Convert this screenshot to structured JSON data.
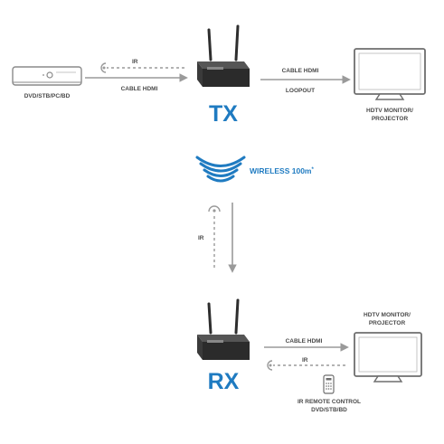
{
  "tx": {
    "title": "TX",
    "source_label": "DVD/STB/PC/BD",
    "ir_label": "IR",
    "cable_in_label": "CABLE HDMI",
    "cable_out_label": "CABLE HDMI",
    "loopout_label": "LOOPOUT",
    "display_label_line1": "HDTV MONITOR/",
    "display_label_line2": "PROJECTOR"
  },
  "wireless": {
    "label": "WIRELESS 100m",
    "superscript": "*",
    "ir_label": "IR"
  },
  "rx": {
    "title": "RX",
    "cable_label": "CABLE HDMI",
    "ir_label": "IR",
    "display_label_line1": "HDTV MONITOR/",
    "display_label_line2": "PROJECTOR",
    "remote_label_line1": "IR REMOTE CONTROL",
    "remote_label_line2": "DVD/STB/BD"
  },
  "colors": {
    "accent": "#1f7bc1",
    "text": "#4a4a4a",
    "arrow": "#9a9a9a",
    "device": "#2e2e2e"
  }
}
